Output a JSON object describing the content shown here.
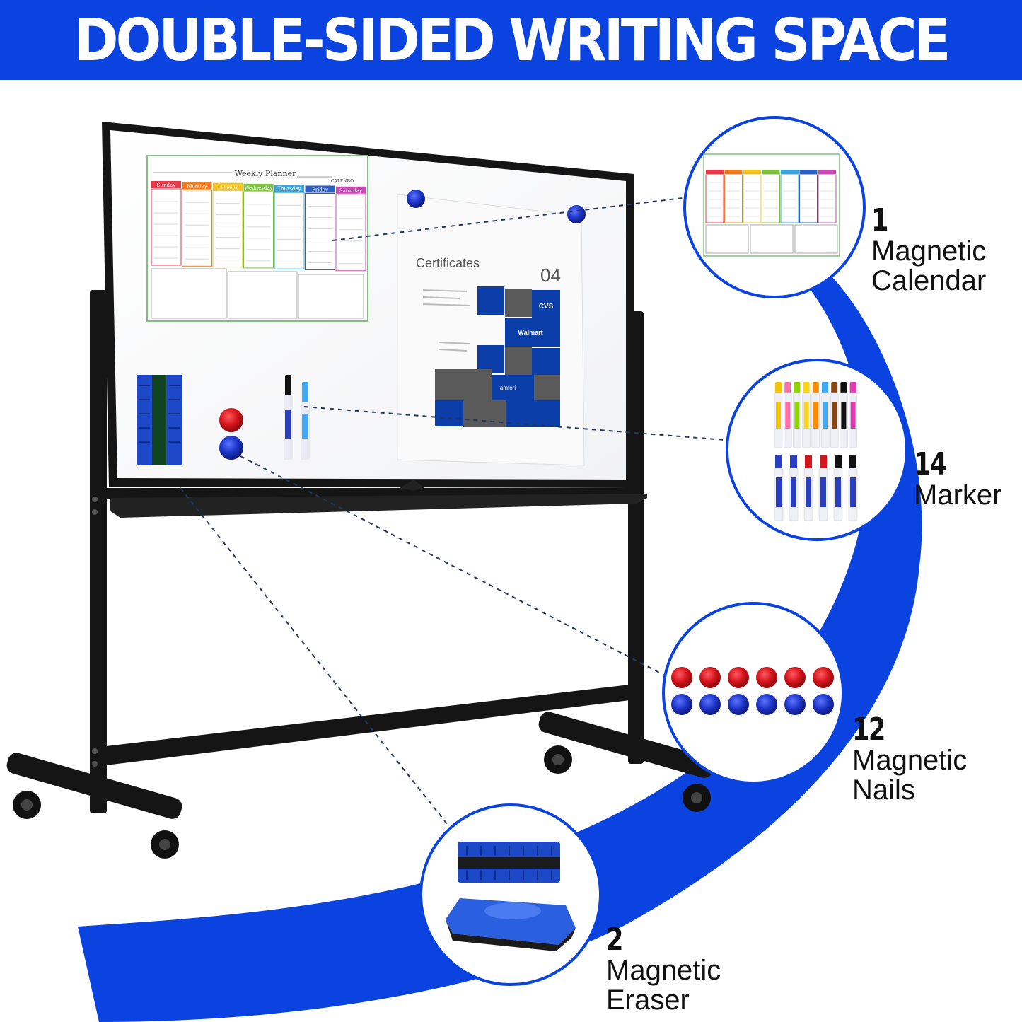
{
  "banner": {
    "title": "DOUBLE-SIDED WRITING SPACE",
    "color": "#0b43e0"
  },
  "whiteboard": {
    "planner": {
      "title": "Weekly Planner",
      "brand": "CALENBO",
      "days": [
        "Sunday",
        "Monday",
        "Tuesday",
        "Wednesday",
        "Thursday",
        "Friday",
        "Saturday"
      ],
      "day_colors": [
        "#e8394b",
        "#f07c22",
        "#f6c51d",
        "#7dc13c",
        "#3ca4dc",
        "#2b5fc4",
        "#c74bb5"
      ]
    },
    "poster": {
      "title": "Certificates",
      "number": "04",
      "brands": [
        "CVS",
        "Walmart",
        "amfori"
      ]
    }
  },
  "accessories": [
    {
      "count": "1",
      "name_lines": [
        "Magnetic",
        "Calendar"
      ],
      "icon": "calendar-icon"
    },
    {
      "count": "14",
      "name_lines": [
        "Marker"
      ],
      "icon": "marker-icon"
    },
    {
      "count": "12",
      "name_lines": [
        "Magnetic",
        "Nails"
      ],
      "icon": "magnet-icon"
    },
    {
      "count": "2",
      "name_lines": [
        "Magnetic",
        "Eraser"
      ],
      "icon": "eraser-icon"
    }
  ],
  "colors": {
    "accent": "#0b43e0",
    "frame": "#151515",
    "magnet_red": "#d4141b",
    "magnet_blue": "#1e35c8"
  }
}
